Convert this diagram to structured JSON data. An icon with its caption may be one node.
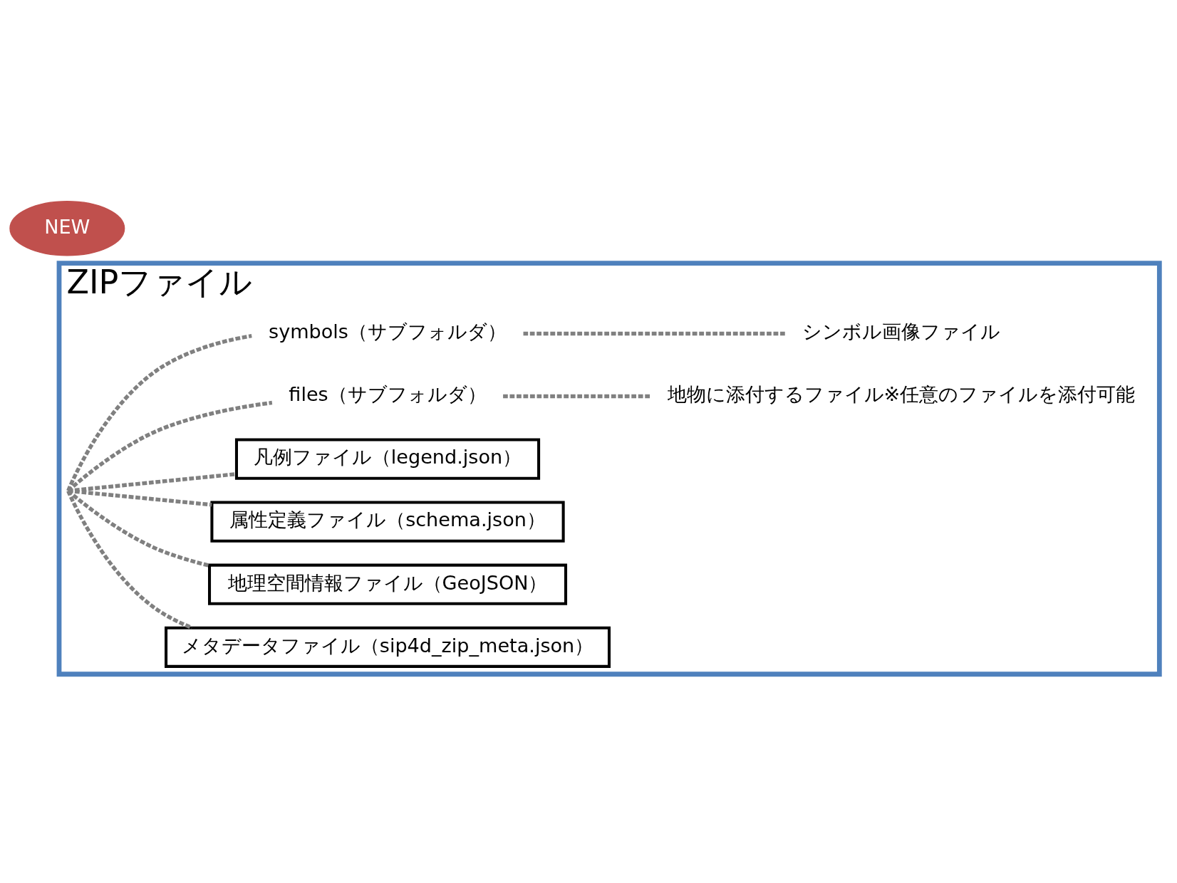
{
  "diagram": {
    "nodes": [
      {
        "text": [
          "ZIPファイル"
        ]
      },
      {
        "text": [
          "メタデータファイル（sip4d_zip_meta.json）"
        ],
        "in": 0
      },
      {
        "text": [
          "地理空間情報ファイル（GeoJSON）"
        ],
        "in": 0
      },
      {
        "text": [
          "属性定義ファイル（schema.json）"
        ],
        "in": 0
      },
      {
        "text": [
          "凡例ファイル（legend.json）"
        ],
        "in": 0
      },
      {
        "text": [
          "files（サブフォルダ）"
        ],
        "in": 0
      },
      {
        "text": [
          "地物に添付するファイル※任意のファイルを添付可能"
        ],
        "in": 0
      },
      {
        "text": [
          "symbols（サブフォルダ）"
        ],
        "in": 0
      },
      {
        "text": [
          "シンボル画像ファイル"
        ],
        "in": 0
      },
      {
        "text": [
          "NEW"
        ]
      }
    ],
    "edges": [
      {
        "from": 0,
        "to": 1,
        "arrow": "none",
        "style": "dashed"
      },
      {
        "from": 0,
        "to": 2,
        "arrow": "none",
        "style": "dashed"
      },
      {
        "from": 0,
        "to": 3,
        "arrow": "none",
        "style": "dashed"
      },
      {
        "from": 0,
        "to": 4,
        "arrow": "none",
        "style": "dashed"
      },
      {
        "from": 0,
        "to": 5,
        "arrow": "none",
        "style": "dashed"
      },
      {
        "from": 5,
        "to": 6,
        "arrow": "none",
        "style": "dashed"
      },
      {
        "from": 0,
        "to": 7,
        "arrow": "none",
        "style": "dashed"
      },
      {
        "from": 7,
        "to": 8,
        "arrow": "none",
        "style": "dashed"
      }
    ]
  }
}
